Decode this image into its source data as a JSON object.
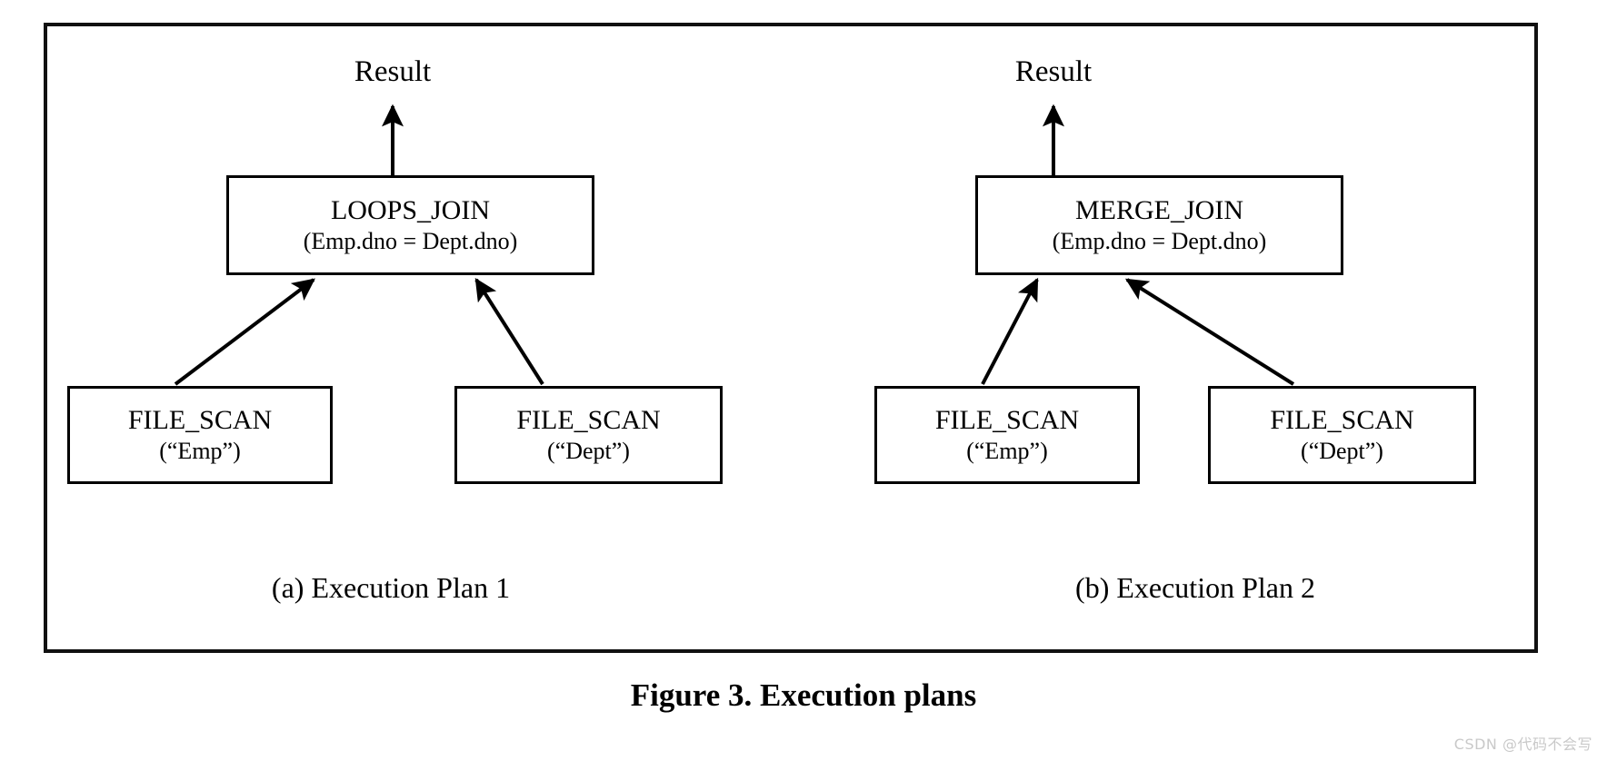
{
  "figure": {
    "title": "Figure 3. Execution plans",
    "frame_color": "#111111",
    "box_border_color": "#000000",
    "background": "#ffffff"
  },
  "plans": [
    {
      "id": "plan-a",
      "caption": "(a) Execution Plan 1",
      "result_label": "Result",
      "root": {
        "operator": "LOOPS_JOIN",
        "predicate": "(Emp.dno = Dept.dno)"
      },
      "children": [
        {
          "operator": "FILE_SCAN",
          "relation": "(“Emp”)"
        },
        {
          "operator": "FILE_SCAN",
          "relation": "(“Dept”)"
        }
      ]
    },
    {
      "id": "plan-b",
      "caption": "(b) Execution Plan 2",
      "result_label": "Result",
      "root": {
        "operator": "MERGE_JOIN",
        "predicate": "(Emp.dno = Dept.dno)"
      },
      "children": [
        {
          "operator": "FILE_SCAN",
          "relation": "(“Emp”)"
        },
        {
          "operator": "FILE_SCAN",
          "relation": "(“Dept”)"
        }
      ]
    }
  ],
  "watermark": {
    "text": "CSDN @代码不会写",
    "color": "#c9c9c9"
  }
}
